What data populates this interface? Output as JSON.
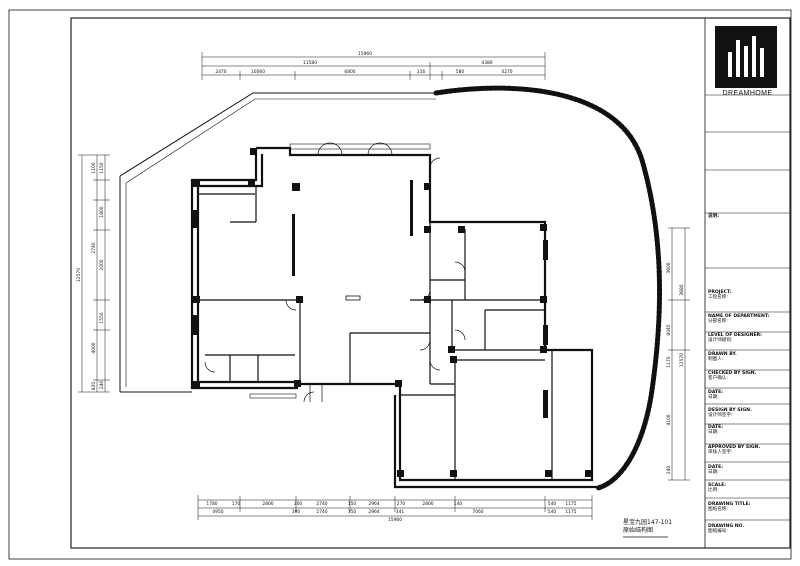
{
  "title_block": {
    "brand": "DREAMHOME",
    "rows": [
      {
        "label": "DRAWN BY.",
        "value": "制图人:"
      },
      {
        "label": "CHECKED BY SIGN.",
        "value": "客户确认:"
      },
      {
        "label": "DATE:",
        "value": "日期:"
      },
      {
        "label": "DESIGN BY SIGN.",
        "value": "设计师签字:"
      },
      {
        "label": "DATE:",
        "value": "日期:"
      },
      {
        "label": "APPROVED BY SIGN.",
        "value": "审核人签字:"
      },
      {
        "label": "DATE:",
        "value": "日期:"
      },
      {
        "label": "SCALE:",
        "value": "比例:"
      },
      {
        "label": "DRAWING TITLE:",
        "value": "图纸名称:"
      },
      {
        "label": "DRAWING NO.",
        "value": "图纸编号:"
      }
    ],
    "project_label": "PROJECT:",
    "project_value": "工程名称:",
    "department_label": "NAME OF DEPARTMENT:",
    "department_value": "分部名称:",
    "level_label": "LEVEL OF DESIGNER:",
    "level_value": "设计师级别:",
    "notes_label": "说明:"
  },
  "dimensions": {
    "top_overall": "15960",
    "top_mid": "11580",
    "top_right": "4380",
    "top_segments": [
      "2470",
      "10060",
      "6800",
      "316",
      "580",
      "4270"
    ],
    "bottom_upper": [
      "1780",
      "170",
      "2800",
      "300",
      "2740",
      "150",
      "2964",
      "270",
      "2800",
      "140",
      "",
      "540",
      "1175"
    ],
    "bottom_lower": [
      "4950",
      "300",
      "2740",
      "150",
      "2964",
      "341",
      "7060",
      "540",
      "1175"
    ],
    "bottom_total": "15960",
    "left_total": "12570",
    "left_a": [
      "1100",
      "1150",
      "1800",
      "2740",
      "2000",
      "1550",
      "4000",
      "240",
      "820"
    ],
    "right_a": [
      "3600",
      "8045",
      "1170",
      "4100",
      "240"
    ],
    "right_b": [
      "12570",
      "3680"
    ]
  },
  "caption": {
    "line1": "星宝九园147-101",
    "line2": "原始结构图"
  },
  "colors": {
    "line": "#111111",
    "tree": "#111111",
    "paper": "#ffffff"
  }
}
